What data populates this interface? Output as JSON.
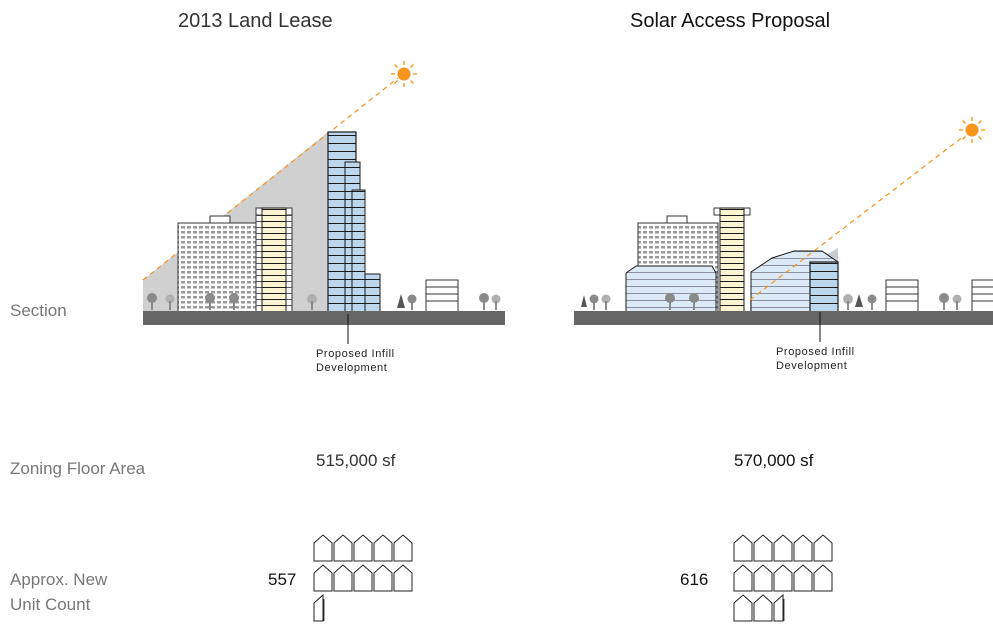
{
  "columns": {
    "left": {
      "title": "2013 Land Lease",
      "callout": [
        "Proposed Infill",
        "Development"
      ],
      "zoning_floor_area": "515,000 sf",
      "unit_count": "557",
      "unit_icons_full": 10,
      "unit_icons_partial": 1
    },
    "right": {
      "title": "Solar Access Proposal",
      "callout": [
        "Proposed Infill",
        "Development"
      ],
      "zoning_floor_area": "570,000 sf",
      "unit_count": "616",
      "unit_icons_full": 12,
      "unit_icons_partial": 1
    }
  },
  "row_labels": {
    "section": "Section",
    "zoning_floor_area": "Zoning Floor Area",
    "unit_count": [
      "Approx. New",
      "Unit Count"
    ]
  },
  "colors": {
    "sun": "#f7941d",
    "sun_ray": "#f7941d",
    "shadow": "#c8c8c8",
    "proposed_building": "#bcd6ee",
    "existing_tower": "#fbf3d2",
    "ground": "#666666",
    "tree": "#9a9a9a"
  }
}
